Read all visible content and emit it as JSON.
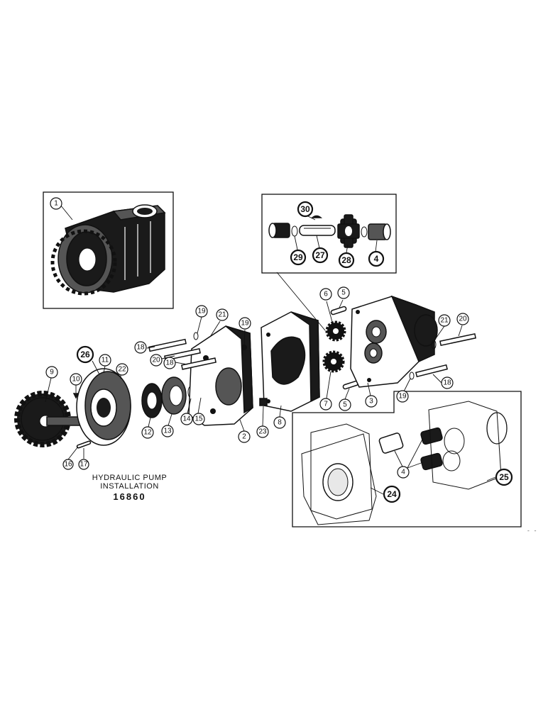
{
  "caption": {
    "title": "HYDRAULIC PUMP INSTALLATION",
    "code": "16860"
  },
  "corner_mark": "- -",
  "callouts": {
    "n1": "1",
    "n2": "2",
    "n3": "3",
    "n4a": "4",
    "n4b": "4",
    "n5a": "5",
    "n5b": "5",
    "n6": "6",
    "n7": "7",
    "n8": "8",
    "n9": "9",
    "n10": "10",
    "n11": "11",
    "n12": "12",
    "n13": "13",
    "n14": "14",
    "n15": "15",
    "n16": "16",
    "n17": "17",
    "n18a": "18",
    "n18b": "18",
    "n18c": "18",
    "n19a": "19",
    "n19b": "19",
    "n19c": "19",
    "n20a": "20",
    "n20b": "20",
    "n21a": "21",
    "n21b": "21",
    "n22": "22",
    "n23": "23",
    "n24": "24",
    "n25": "25",
    "n26": "26",
    "n27": "27",
    "n28": "28",
    "n29": "29",
    "n30": "30"
  }
}
